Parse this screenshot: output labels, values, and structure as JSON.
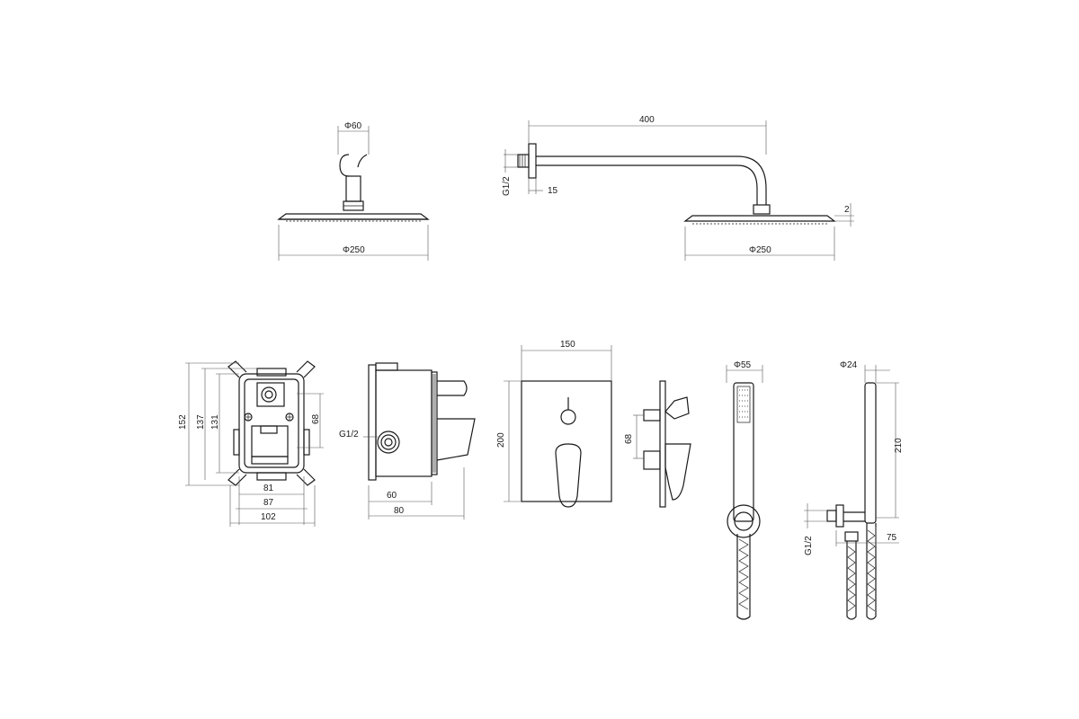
{
  "dimensions": {
    "head_front_pipe_dia": "Φ60",
    "head_front_dia": "Φ250",
    "arm_length": "400",
    "arm_thread": "G1/2",
    "arm_flange": "15",
    "head_thickness": "2",
    "head_side_dia": "Φ250",
    "box_h152": "152",
    "box_h137": "137",
    "box_h131": "131",
    "box_h68": "68",
    "box_w81": "81",
    "box_w87": "87",
    "box_w102": "102",
    "side_thread": "G1/2",
    "side_w60": "60",
    "side_w80": "80",
    "plate_w150": "150",
    "plate_h200": "200",
    "lever_h68": "68",
    "hand_dia55": "Φ55",
    "hand_dia24": "Φ24",
    "hand_len210": "210",
    "hand_thread": "G1/2",
    "hand_off75": "75"
  }
}
